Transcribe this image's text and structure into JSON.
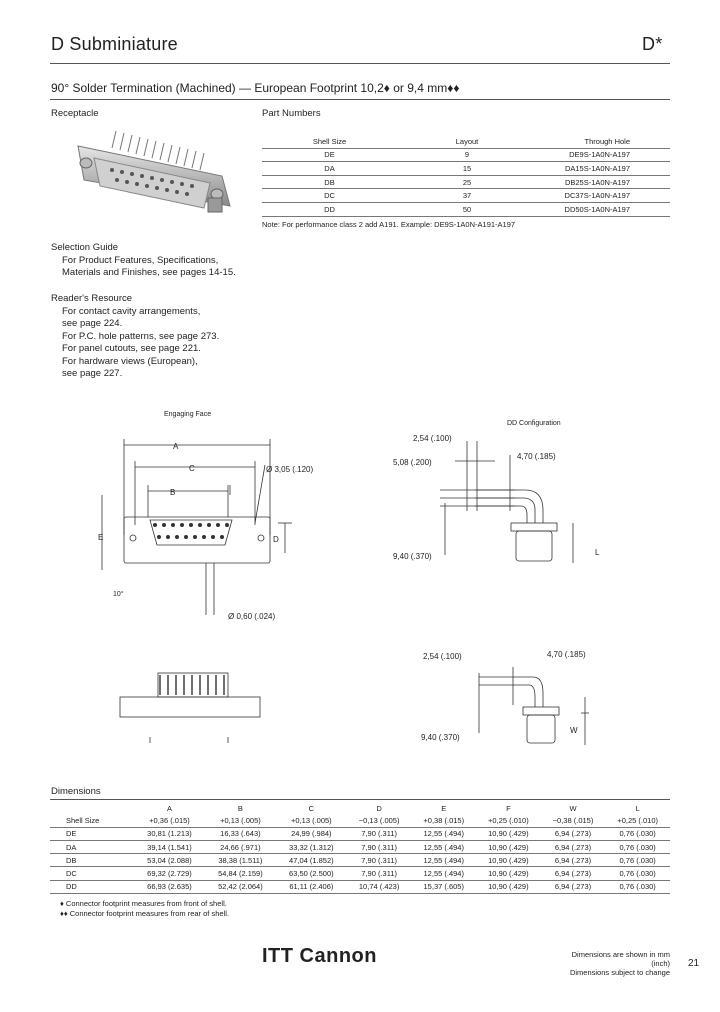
{
  "header": {
    "title": "D Subminiature",
    "series_mark": "D*"
  },
  "section_title": "90° Solder Termination (Machined) — European Footprint 10,2♦ or 9,4 mm♦♦",
  "receptacle_label": "Receptacle",
  "part_numbers": {
    "label": "Part Numbers",
    "columns": [
      "Shell Size",
      "Layout",
      "Through Hole"
    ],
    "rows": [
      [
        "DE",
        "9",
        "DE9S-1A0N-A197"
      ],
      [
        "DA",
        "15",
        "DA15S-1A0N-A197"
      ],
      [
        "DB",
        "25",
        "DB25S-1A0N-A197"
      ],
      [
        "DC",
        "37",
        "DC37S-1A0N-A197"
      ],
      [
        "DD",
        "50",
        "DD50S-1A0N-A197"
      ]
    ],
    "note": "Note: For performance class 2 add A191. Example: DE9S-1A0N-A191-A197"
  },
  "selection_guide": {
    "title": "Selection Guide",
    "lines": [
      "For Product Features, Specifications,",
      "Materials and Finishes, see pages 14-15."
    ]
  },
  "readers_resource": {
    "title": "Reader's Resource",
    "lines": [
      "For contact cavity arrangements,",
      "see page 224.",
      "For P.C. hole patterns, see page 273.",
      "For panel cutouts, see page 221.",
      "For hardware views (European),",
      "see page 227."
    ]
  },
  "drawing_left": {
    "engaging_face": "Engaging Face",
    "dim_A": "A",
    "dim_B": "B",
    "dim_C": "C",
    "dim_D": "D",
    "dim_E": "E",
    "hole_dia": "Ø 3,05 (.120)",
    "pin_dia": "Ø 0,60 (.024)",
    "pitch_label": "10°"
  },
  "drawing_right": {
    "dd_config": "DD Configuration",
    "d1": "2,54 (.100)",
    "d2": "5,08 (.200)",
    "d3": "4,70 (.185)",
    "d4": "9,40 (.370)",
    "d5": "2,54 (.100)",
    "d6": "4,70 (.185)",
    "d7": "9,40 (.370)",
    "L": "L",
    "W": "W"
  },
  "dimensions": {
    "title": "Dimensions",
    "headers": [
      "",
      "A",
      "B",
      "C",
      "D",
      "E",
      "F",
      "W",
      "L"
    ],
    "tolerances": [
      "Shell Size",
      "+0,36 (.015)",
      "+0,13 (.005)",
      "+0,13 (.005)",
      "−0,13 (.005)",
      "+0,38 (.015)",
      "+0,25 (.010)",
      "−0,38 (.015)",
      "+0,25 (.010)"
    ],
    "rows": [
      [
        "DE",
        "30,81 (1.213)",
        "16,33 (.643)",
        "24,99 (.984)",
        "7,90 (.311)",
        "12,55 (.494)",
        "10,90 (.429)",
        "6,94 (.273)",
        "0,76 (.030)"
      ],
      [
        "DA",
        "39,14 (1.541)",
        "24,66 (.971)",
        "33,32 (1.312)",
        "7,90 (.311)",
        "12,55 (.494)",
        "10,90 (.429)",
        "6,94 (.273)",
        "0,76 (.030)"
      ],
      [
        "DB",
        "53,04 (2.088)",
        "38,38 (1.511)",
        "47,04 (1.852)",
        "7,90 (.311)",
        "12,55 (.494)",
        "10,90 (.429)",
        "6,94 (.273)",
        "0,76 (.030)"
      ],
      [
        "DC",
        "69,32 (2.729)",
        "54,84 (2.159)",
        "63,50 (2.500)",
        "7,90 (.311)",
        "12,55 (.494)",
        "10,90 (.429)",
        "6,94 (.273)",
        "0,76 (.030)"
      ],
      [
        "DD",
        "66,93 (2.635)",
        "52,42 (2.064)",
        "61,11 (2.406)",
        "10,74 (.423)",
        "15,37 (.605)",
        "10,90 (.429)",
        "6,94 (.273)",
        "0,76 (.030)"
      ]
    ],
    "notes": [
      "♦ Connector footprint measures from front of shell.",
      "♦♦ Connector footprint measures from rear of shell."
    ]
  },
  "footer": {
    "brand": "ITT Cannon",
    "note1": "Dimensions are shown in mm (inch)",
    "note2": "Dimensions subject to change",
    "page": "21"
  }
}
